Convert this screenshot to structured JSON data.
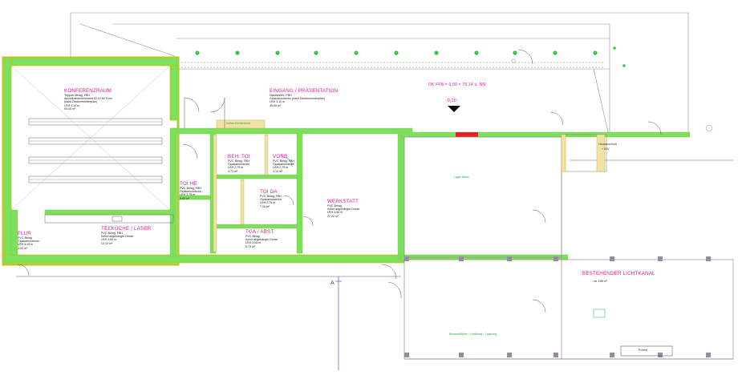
{
  "colors": {
    "wall_fill": "#7be05a",
    "wall_outline": "#e2b400",
    "room_name": "#e0169a",
    "fixture": "#2aa84a",
    "beam_red": "#e82020",
    "structure": "#9a8aa0",
    "axis_marker": "#2f3fc0"
  },
  "rooms": [
    {
      "id": "konferenzraum",
      "name": "KONFERENZRAUM",
      "details": [
        "Teppich-Belag, FBH",
        "Akustikdeckenelement 62,5 / 62,5 cm",
        "(nach Deckenmusterplan)",
        "LRH 3,10 m",
        "90,40 m²"
      ]
    },
    {
      "id": "eingang",
      "name": "EINGANG / PRÄSENTATION",
      "details": [
        "Natursteine, FBH",
        "Gipskartondecke (nach Deckenmusterplan)",
        "LRH 3,10 m",
        "45,60 m²"
      ]
    },
    {
      "id": "beh-toi",
      "name": "BEH. TOI",
      "details": [
        "PVC-Belag, FBH",
        "Gipskartondecke",
        "LRH 2,75 m",
        "4,72 m²"
      ]
    },
    {
      "id": "vorr",
      "name": "VORR",
      "details": [
        "PVC-Belag, FBH",
        "Gipskartondecke",
        "LRH 2,75 m",
        "3,10 m²"
      ]
    },
    {
      "id": "toi-he",
      "name": "TOI HE",
      "details": [
        "PVC-Belag, FBH",
        "Gipskartondecke",
        "LRH 2,75 m",
        "5,00 m²"
      ]
    },
    {
      "id": "toi-da",
      "name": "TOI DA",
      "details": [
        "PVC-Belag, FBH",
        "Gipskartondecke",
        "LRH 2,75 m",
        "7,00 m²"
      ]
    },
    {
      "id": "werkstatt",
      "name": "WERKSTATT",
      "details": [
        "PVC-Belag",
        "Keine abgehängte Decke",
        "LRH 3,55 m",
        "27,22 m²"
      ]
    },
    {
      "id": "flur",
      "name": "FLUR",
      "details": [
        "PVC-Belag",
        "Gipskartondecke",
        "LRH 3,10 m",
        "3,52 m²"
      ]
    },
    {
      "id": "teekueche",
      "name": "TEEKÜCHE / LASER",
      "details": [
        "PVC-Belag, FBH",
        "Keine abgehängte Decke",
        "LRH 3,50 m",
        "12,13 m²"
      ]
    },
    {
      "id": "tga",
      "name": "TGA / ABST.",
      "details": [
        "PVC-Belag",
        "Keine abgehängte Decke",
        "LRH 3,55 m",
        "5,72 m²"
      ]
    },
    {
      "id": "lichtkanal",
      "name": "BESTEHENDER LICHTKANAL",
      "details": [
        "ca. 168 m²"
      ]
    }
  ],
  "annotations": {
    "level": "OK FFB = 0,00 = 76,14 ü. NN",
    "level_value": "-0,20",
    "axis": "A",
    "hausanschluss": "Hausanschluß",
    "hausanschluss_sub": "+ 02V",
    "kuechenbank": "Kaffee-Küchenblock",
    "lager_flaeche": "Lager-fläche",
    "bestand_label": "Bestandsfläche / Lichtkanal – Lagerung",
    "podest": "Podest"
  }
}
